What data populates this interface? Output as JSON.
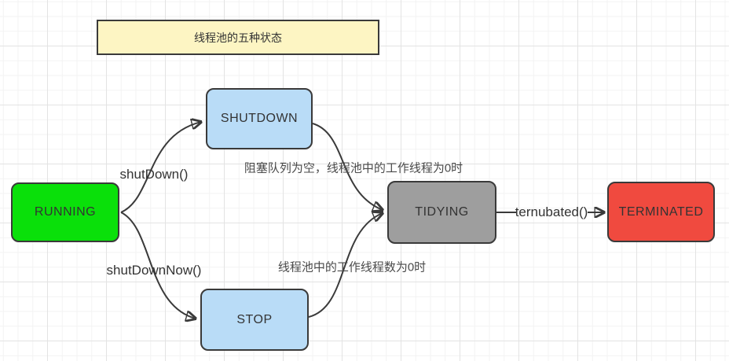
{
  "title": {
    "label": "线程池的五种状态",
    "fill": "#fdf5c3"
  },
  "nodes": {
    "running": {
      "label": "RUNNING",
      "fill": "#0ae00a"
    },
    "shutdown": {
      "label": "SHUTDOWN",
      "fill": "#b9dcf7"
    },
    "stop": {
      "label": "STOP",
      "fill": "#b9dcf7"
    },
    "tidying": {
      "label": "TIDYING",
      "fill": "#9e9e9e"
    },
    "terminated": {
      "label": "TERMINATED",
      "fill": "#f04a3f"
    }
  },
  "edges": {
    "running_to_shutdown": {
      "from": "RUNNING",
      "to": "SHUTDOWN",
      "label": "shutDown()"
    },
    "running_to_stop": {
      "from": "RUNNING",
      "to": "STOP",
      "label": "shutDownNow()"
    },
    "shutdown_to_tidying": {
      "from": "SHUTDOWN",
      "to": "TIDYING",
      "label": "阻塞队列为空，线程池中的工作线程为0时"
    },
    "stop_to_tidying": {
      "from": "STOP",
      "to": "TIDYING",
      "label": "线程池中的工作线程数为0时"
    },
    "tidying_to_terminated": {
      "from": "TIDYING",
      "to": "TERMINATED",
      "label": "ternubated()"
    }
  },
  "colors": {
    "stroke": "#3a3a3a",
    "border": "#3a3a3a",
    "text": "#333333",
    "background": "#ffffff",
    "grid_minor": "#f3f3f3",
    "grid_major": "#e3e3e3"
  }
}
